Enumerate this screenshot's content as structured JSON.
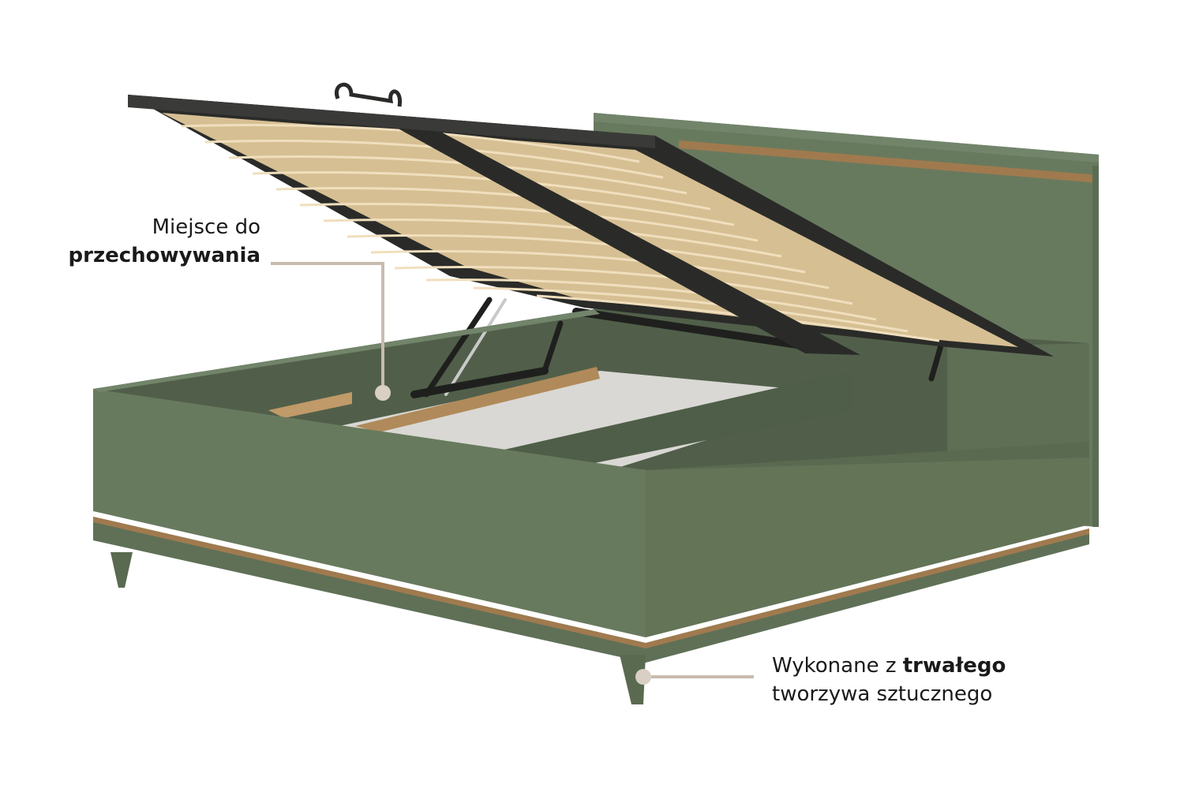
{
  "image": {
    "subject": "ottoman storage bed with lifted slatted frame",
    "colors": {
      "background": "#ffffff",
      "bed_green": "#687a5e",
      "bed_green_dark": "#4f5e48",
      "bed_green_shadow": "#3e4a39",
      "wood_strip": "#a07a4e",
      "slat_light": "#e8d3ab",
      "slat_dark": "#c6ab7d",
      "frame_black": "#2a2b29",
      "storage_floor": "#d9d8d4",
      "callout_line": "#c8bcaf",
      "text": "#1a1a1a"
    }
  },
  "callouts": {
    "storage": {
      "line1": "Miejsce do",
      "line2_bold": "przechowywania"
    },
    "material": {
      "line1_regular": "Wykonane z ",
      "line1_bold": "trwałego",
      "line2": "tworzywa sztucznego"
    }
  }
}
